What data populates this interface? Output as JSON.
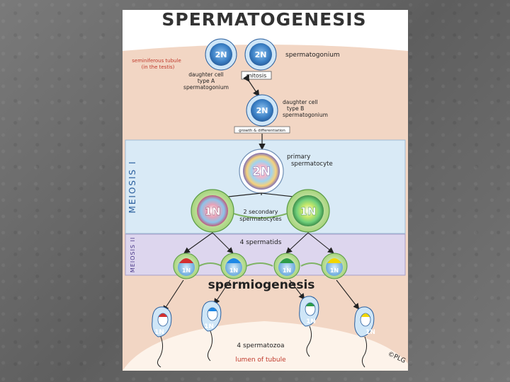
{
  "title": "SPERMATOGENESIS",
  "tubule_label": "seminiferous tubule",
  "tubule_label_2": "(in the testis)",
  "spermatogonium_label": "spermatogonium",
  "ploidy_2n": "2N",
  "ploidy_1n": "1N",
  "mitosis_label": "mitosis",
  "daughter_a": [
    "daughter cell",
    "type A",
    "spermatogonium"
  ],
  "daughter_b": [
    "daughter cell",
    "type B",
    "spermatogonium"
  ],
  "growth_label": "growth & differentiation",
  "meiosis1_label": "MEIOSIS I",
  "meiosis2_label": "MEIOSIS II",
  "primary_label": [
    "primary",
    "spermatocyte"
  ],
  "secondary_label": [
    "2 secondary",
    "spermatocytes"
  ],
  "spermatids_label": "4 spermatids",
  "spermiogenesis_label": "spermiogenesis",
  "spermatozoa_label": "4 spermatozoa",
  "lumen_label": "lumen of tubule",
  "copyright": "©PLG",
  "colors": {
    "background": "#6e6e6e",
    "tubule": "#f2d6c4",
    "lumen": "#fdf3ea",
    "meiosis1_band": "#d9eaf6",
    "meiosis2_band": "#ddd6ee",
    "cell_blue": "#4a8fd0",
    "accent_red": "#c0392b",
    "green": "#9ccc65"
  },
  "spermatid_cap_colors": [
    "#d32f2f",
    "#1e88e5",
    "#2e9d4a",
    "#f2d600"
  ]
}
